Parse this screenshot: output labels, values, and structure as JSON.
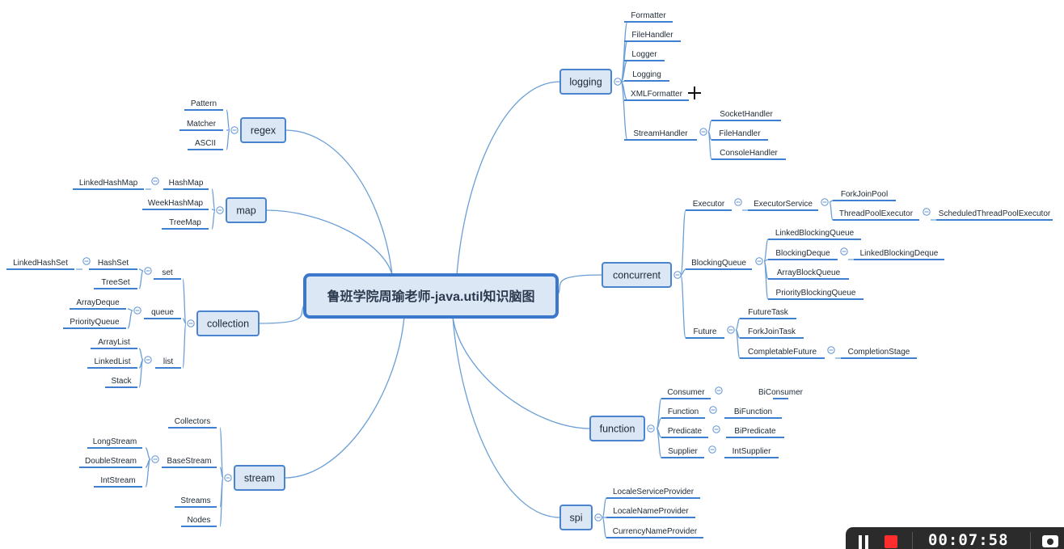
{
  "map": {
    "root": "鲁班学院周瑜老师-java.util知识脑图",
    "branches": [
      {
        "label": "logging",
        "children": [
          {
            "label": "Formatter"
          },
          {
            "label": "FileHandler"
          },
          {
            "label": "Logger"
          },
          {
            "label": "Logging"
          },
          {
            "label": "XMLFormatter"
          },
          {
            "label": "StreamHandler",
            "children": [
              {
                "label": "SocketHandler"
              },
              {
                "label": "FileHandler"
              },
              {
                "label": "ConsoleHandler"
              }
            ]
          }
        ]
      },
      {
        "label": "concurrent",
        "children": [
          {
            "label": "Executor",
            "children": [
              {
                "label": "ExecutorService",
                "children": [
                  {
                    "label": "ForkJoinPool"
                  },
                  {
                    "label": "ThreadPoolExecutor",
                    "children": [
                      {
                        "label": "ScheduledThreadPoolExecutor"
                      }
                    ]
                  }
                ]
              }
            ]
          },
          {
            "label": "BlockingQueue",
            "children": [
              {
                "label": "LinkedBlockingQueue"
              },
              {
                "label": "BlockingDeque",
                "children": [
                  {
                    "label": "LinkedBlockingDeque"
                  }
                ]
              },
              {
                "label": "ArrayBlockQueue"
              },
              {
                "label": "PriorityBlockingQueue"
              }
            ]
          },
          {
            "label": "Future",
            "children": [
              {
                "label": "FutureTask"
              },
              {
                "label": "ForkJoinTask"
              },
              {
                "label": "CompletableFuture",
                "children": [
                  {
                    "label": "CompletionStage"
                  }
                ]
              }
            ]
          }
        ]
      },
      {
        "label": "function",
        "children": [
          {
            "label": "Consumer",
            "children": [
              {
                "label": "BiConsumer"
              }
            ]
          },
          {
            "label": "Function",
            "children": [
              {
                "label": "BiFunction"
              }
            ]
          },
          {
            "label": "Predicate",
            "children": [
              {
                "label": "BiPredicate"
              }
            ]
          },
          {
            "label": "Supplier",
            "children": [
              {
                "label": "IntSupplier"
              }
            ]
          }
        ]
      },
      {
        "label": "spi",
        "children": [
          {
            "label": "LocaleServiceProvider"
          },
          {
            "label": "LocaleNameProvider"
          },
          {
            "label": "CurrencyNameProvider"
          }
        ]
      },
      {
        "label": "regex",
        "children": [
          {
            "label": "Pattern"
          },
          {
            "label": "Matcher"
          },
          {
            "label": "ASCII"
          }
        ]
      },
      {
        "label": "map",
        "children": [
          {
            "label": "HashMap",
            "children": [
              {
                "label": "LinkedHashMap"
              }
            ]
          },
          {
            "label": "WeekHashMap"
          },
          {
            "label": "TreeMap"
          }
        ]
      },
      {
        "label": "collection",
        "children": [
          {
            "label": "set",
            "children": [
              {
                "label": "HashSet",
                "children": [
                  {
                    "label": "LinkedHashSet"
                  }
                ]
              },
              {
                "label": "TreeSet"
              }
            ]
          },
          {
            "label": "queue",
            "children": [
              {
                "label": "ArrayDeque"
              },
              {
                "label": "PriorityQueue"
              }
            ]
          },
          {
            "label": "list",
            "children": [
              {
                "label": "ArrayList"
              },
              {
                "label": "LinkedList"
              },
              {
                "label": "Stack"
              }
            ]
          }
        ]
      },
      {
        "label": "stream",
        "children": [
          {
            "label": "Collectors"
          },
          {
            "label": "BaseStream",
            "children": [
              {
                "label": "LongStream"
              },
              {
                "label": "DoubleStream"
              },
              {
                "label": "IntStream"
              }
            ]
          },
          {
            "label": "Streams"
          },
          {
            "label": "Nodes"
          }
        ]
      }
    ]
  },
  "recorder": {
    "timer": "00:07:58",
    "pause_icon": "pause-icon",
    "stop_icon": "stop-icon",
    "camera_icon": "camera-icon"
  },
  "colors": {
    "line": "#6b9fd6",
    "underline": "#3f7fd0",
    "box_fill": "#dce7f6",
    "box_border": "#4a84cf",
    "stop": "#ff2d2d"
  }
}
